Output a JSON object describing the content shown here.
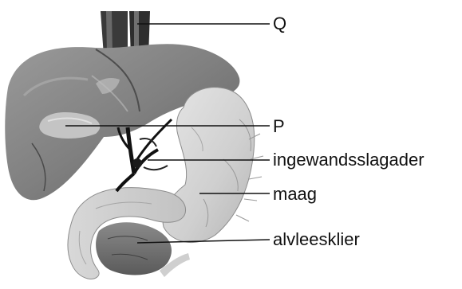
{
  "labels": {
    "q": "Q",
    "p": "P",
    "artery": "ingewandsslagader",
    "stomach": "maag",
    "pancreas": "alvleesklier"
  },
  "colors": {
    "background": "#ffffff",
    "leader_line": "#111111",
    "text": "#111111"
  }
}
